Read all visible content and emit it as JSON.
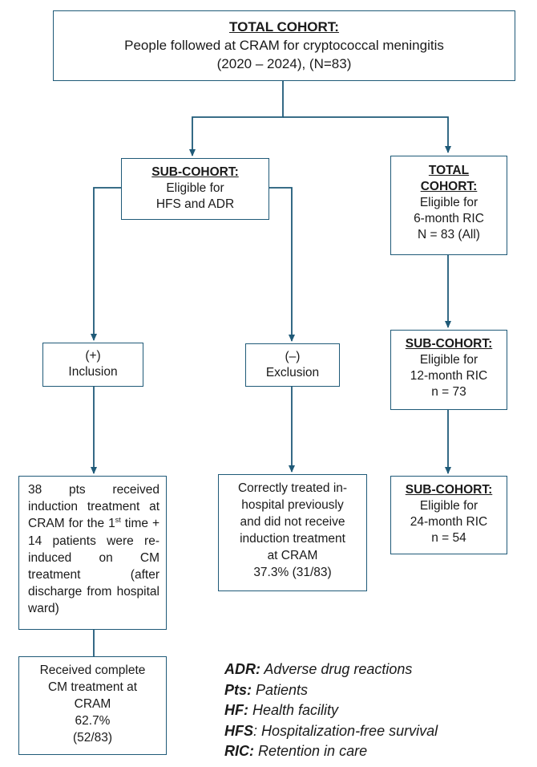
{
  "top": {
    "heading": "TOTAL COHORT:",
    "line1": "People followed at CRAM for cryptococcal meningitis",
    "line2": "(2020 – 2024),  (N=83)"
  },
  "sub_hfs": {
    "heading": "SUB-COHORT:",
    "line1": "Eligible for",
    "line2": "HFS and ADR"
  },
  "total_ric": {
    "heading1": "TOTAL",
    "heading2": "COHORT:",
    "line1": "Eligible for",
    "line2": "6-month RIC",
    "line3": "N = 83 (All)"
  },
  "inclusion": {
    "line1": "(+)",
    "line2": "Inclusion"
  },
  "exclusion": {
    "line1": "(–)",
    "line2": "Exclusion"
  },
  "sub_12": {
    "heading": "SUB-COHORT:",
    "line1": "Eligible for",
    "line2": "12-month RIC",
    "line3": "n = 73"
  },
  "sub_24": {
    "heading": "SUB-COHORT:",
    "line1": "Eligible for",
    "line2": "24-month RIC",
    "line3": "n = 54"
  },
  "induction": {
    "text_a": "38 pts received induction treatment at CRAM for the 1",
    "sup": "st",
    "text_b": " time + 14 patients were re-induced on CM treatment (after discharge from hospital ward)"
  },
  "correctly": {
    "line1": "Correctly treated in-",
    "line2": "hospital previously",
    "line3": "and did not receive",
    "line4": "induction treatment",
    "line5": "at CRAM",
    "line6": "37.3%  (31/83)"
  },
  "complete": {
    "line1": "Received complete",
    "line2": "CM treatment at",
    "line3": "CRAM",
    "line4": "62.7%",
    "line5": "(52/83)"
  },
  "legend": [
    {
      "key": "ADR:",
      "desc": " Adverse drug reactions"
    },
    {
      "key": "Pts:",
      "desc": " Patients"
    },
    {
      "key": "HF:",
      "desc": " Health facility"
    },
    {
      "key": "HFS",
      "desc": ": Hospitalization-free survival"
    },
    {
      "key": "RIC:",
      "desc": " Retention in care"
    }
  ]
}
